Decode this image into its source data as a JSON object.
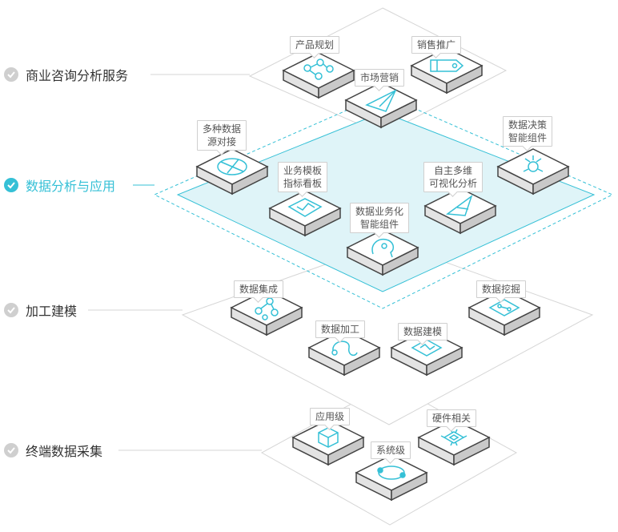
{
  "layers": [
    {
      "name": "商业咨询分析服务",
      "active": false
    },
    {
      "name": "数据分析与应用",
      "active": true
    },
    {
      "name": "加工建模",
      "active": false
    },
    {
      "name": "终端数据采集",
      "active": false
    }
  ],
  "modules": {
    "product_planning": "产品规划",
    "sales_promotion": "销售推广",
    "market_marketing": "市场营销",
    "multi_source": "多种数据\n源对接",
    "decision_widget": "数据决策\n智能组件",
    "business_template": "业务模板\n指标看板",
    "self_visual": "自主多维\n可视化分析",
    "business_smart": "数据业务化\n智能组件",
    "data_integration": "数据集成",
    "data_mining": "数据挖掘",
    "data_processing": "数据加工",
    "data_modeling": "数据建模",
    "app_level": "应用级",
    "hardware": "硬件相关",
    "system_level": "系统级"
  },
  "colors": {
    "accent": "#35c0d6",
    "plane_fill": "#dff4f8",
    "inactive_check": "#cfcfcf",
    "icon_stroke": "#35c0d6"
  }
}
